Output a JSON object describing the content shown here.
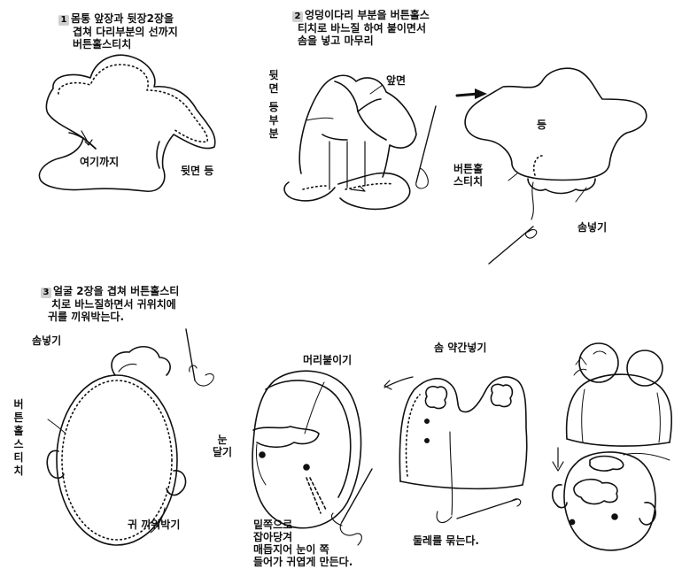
{
  "steps": [
    {
      "num": "1",
      "lines": [
        "몸통 앞장과 뒷장2장을",
        "겹쳐 다리부분의 선까지",
        "버튼홀스티치"
      ]
    },
    {
      "num": "2",
      "lines": [
        "엉덩이다리 부분을 버튼홀스",
        "티치로 바느질 하여 붙이면서",
        "솜을 넣고 마무리"
      ]
    },
    {
      "num": "3",
      "lines": [
        "얼굴 2장을 겹쳐 버튼홀스티",
        "치로 바느질하면서 귀위치에",
        "귀를 끼워박는다."
      ]
    }
  ],
  "labels": {
    "yeogikkaji": "여기까지",
    "dwitmyeon_deung": "뒷면 등",
    "dwitmyeon_vertical": "뒷면",
    "deungbubun_vertical": "등부분",
    "apmyeon": "앞면",
    "deung": "등",
    "buttonhole_stitch_2line": [
      "버튼홀",
      "스티치"
    ],
    "som_neotgi_a": "솜넣기",
    "som_neotgi_b": "솜넣기",
    "buttonhole_vertical": "버튼홀스티치",
    "gwi_kkiwobakgi": "귀 끼워박기",
    "meori_butigi": "머리붙이기",
    "nun_dalgi": [
      "눈",
      "달기"
    ],
    "som_yakgan": "솜 약간넣기",
    "dulle_mukneunda": "둘레를 묶는다.",
    "eye_note": [
      "밑쪽으로",
      "잡아당겨",
      "매듭지어 눈이 쪽",
      "들어가 귀엽게 만든다."
    ]
  }
}
